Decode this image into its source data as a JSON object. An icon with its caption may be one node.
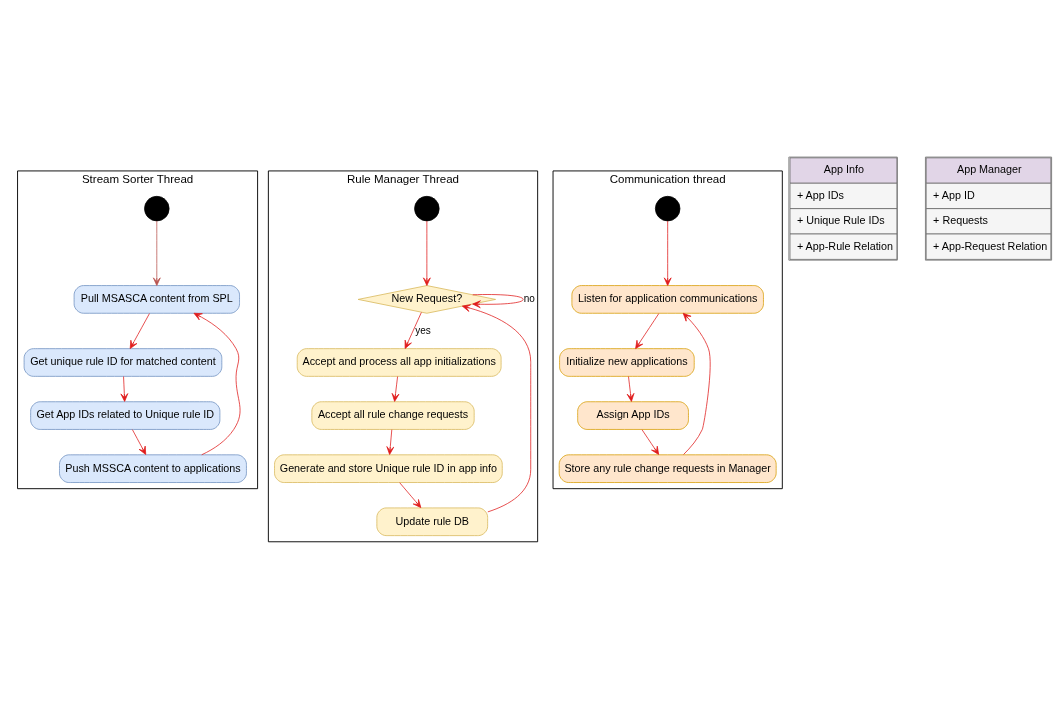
{
  "diagram": {
    "nodes": [
      {
        "text": [
          "Stream Sorter Thread"
        ]
      },
      {
        "text": [
          "Rule Manager Thread"
        ]
      },
      {
        "text": [
          "Communication thread"
        ]
      },
      {
        "text": [],
        "shape": "circle",
        "in": 0
      },
      {
        "text": [
          "Pull MSASCA content from SPL"
        ],
        "in": 0
      },
      {
        "text": [
          "Get unique rule ID for matched content"
        ],
        "in": 0
      },
      {
        "text": [
          "Get App IDs related to Unique rule ID"
        ],
        "in": 0
      },
      {
        "text": [
          "Push MSSCA content to applications"
        ],
        "in": 0
      },
      {
        "text": [
          "App Info",
          "+ App IDs",
          "+ Unique Rule IDs",
          "+ App-Rule Relation"
        ]
      },
      {
        "text": [],
        "shape": "circle",
        "in": 1
      },
      {
        "text": [
          "New Request?"
        ],
        "in": 1
      },
      {
        "text": [
          "Accept and process all app initializations"
        ],
        "in": 1
      },
      {
        "text": [
          "Accept all rule change requests"
        ],
        "in": 1
      },
      {
        "text": [
          "Generate and store Unique rule ID in app info"
        ],
        "in": 1
      },
      {
        "text": [
          "Update rule DB"
        ],
        "in": 1
      },
      {
        "text": [
          "App Manager",
          "+ App ID",
          "+ Requests",
          "+ App-Request Relation"
        ]
      },
      {
        "text": [],
        "shape": "circle",
        "in": 2
      },
      {
        "text": [
          "Listen for application communications"
        ],
        "in": 2
      },
      {
        "text": [
          "Initialize new applications"
        ],
        "in": 2
      },
      {
        "text": [
          "Assign App IDs"
        ],
        "in": 2
      },
      {
        "text": [
          "Store any rule change requests in Manager"
        ],
        "in": 2
      }
    ],
    "edges": [
      {
        "from": 3,
        "to": 4,
        "arrow": "to",
        "color": "#b85450"
      },
      {
        "from": 4,
        "to": 5,
        "arrow": "to"
      },
      {
        "from": 5,
        "to": 6,
        "arrow": "to"
      },
      {
        "from": 6,
        "to": 7,
        "arrow": "to"
      },
      {
        "from": 7,
        "to": 4,
        "arrow": "to"
      },
      {
        "from": 9,
        "to": 10,
        "arrow": "to"
      },
      {
        "from": 10,
        "to": 10,
        "arrow": "to",
        "label": "no"
      },
      {
        "from": 10,
        "to": 11,
        "arrow": "to",
        "label": "yes"
      },
      {
        "from": 11,
        "to": 12,
        "arrow": "to"
      },
      {
        "from": 12,
        "to": 13,
        "arrow": "to"
      },
      {
        "from": 13,
        "to": 14,
        "arrow": "to"
      },
      {
        "from": 14,
        "to": 10,
        "arrow": "to"
      },
      {
        "from": 16,
        "to": 17,
        "arrow": "to"
      },
      {
        "from": 17,
        "to": 18,
        "arrow": "to"
      },
      {
        "from": 18,
        "to": 19,
        "arrow": "to"
      },
      {
        "from": 19,
        "to": 20,
        "arrow": "to"
      },
      {
        "from": 20,
        "to": 17,
        "arrow": "to"
      }
    ]
  }
}
